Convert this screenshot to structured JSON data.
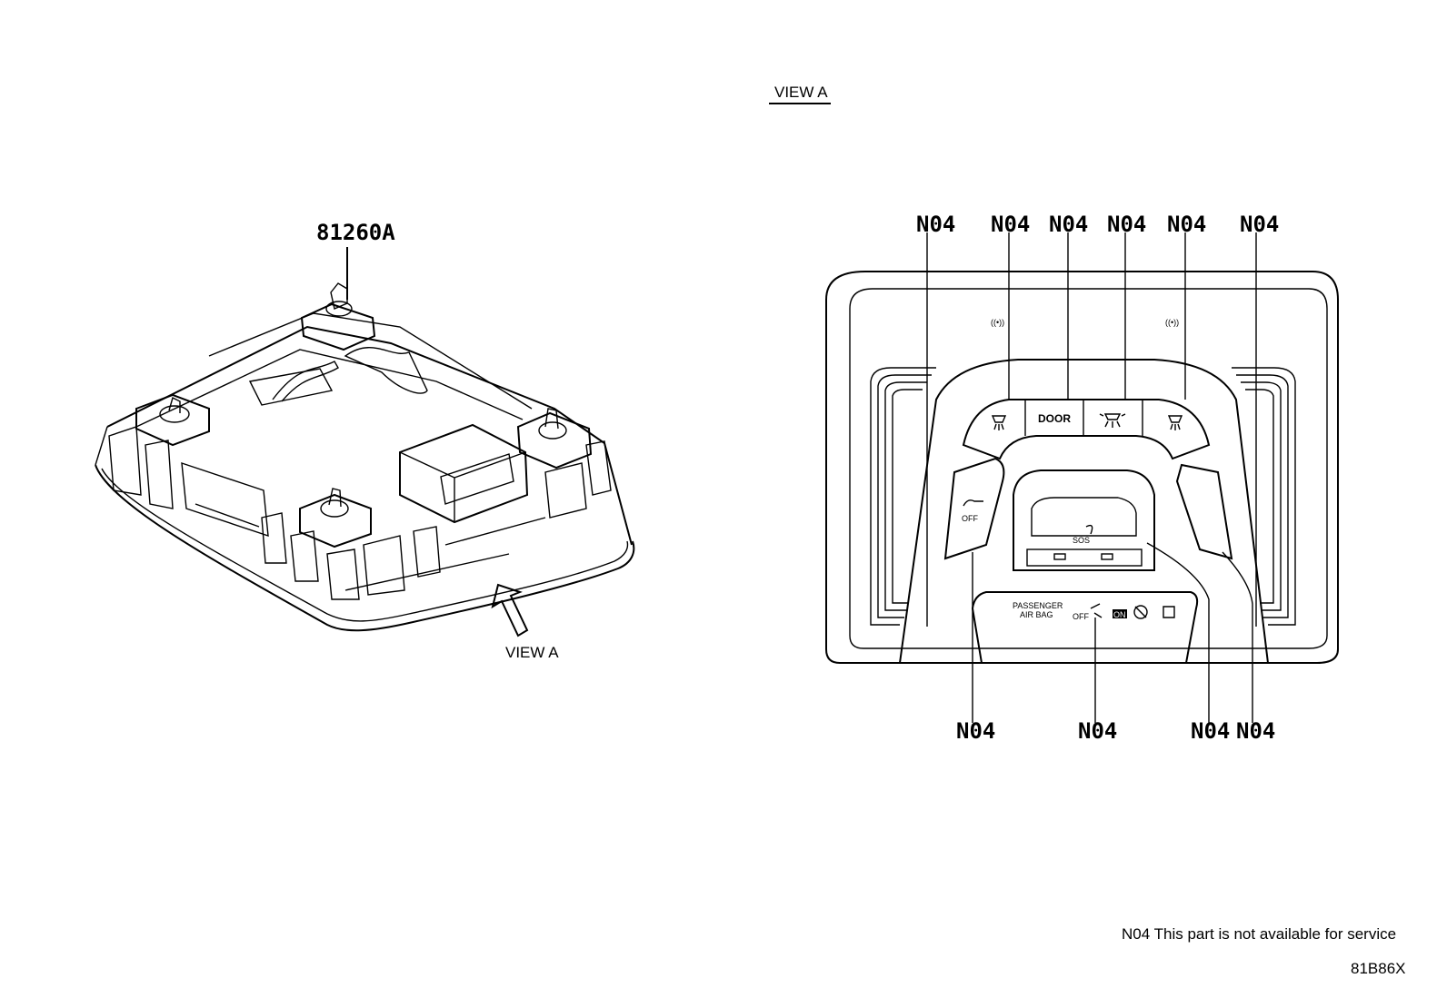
{
  "view_title": "VIEW A",
  "left_part": {
    "part_number": "81260A",
    "view_label": "VIEW A"
  },
  "callouts": {
    "top": [
      "N04",
      "N04",
      "N04",
      "N04",
      "N04",
      "N04"
    ],
    "bottom": [
      "N04",
      "N04",
      "N04",
      "N04"
    ]
  },
  "panel": {
    "door_label": "DOOR",
    "off_label": "OFF",
    "sos_label": "SOS",
    "airbag_line1": "PASSENGER",
    "airbag_line2": "AIR BAG",
    "airbag_off": "OFF",
    "airbag_on": "ON"
  },
  "footnote": "N04 This part is not available for service",
  "diagram_code": "81B86X"
}
